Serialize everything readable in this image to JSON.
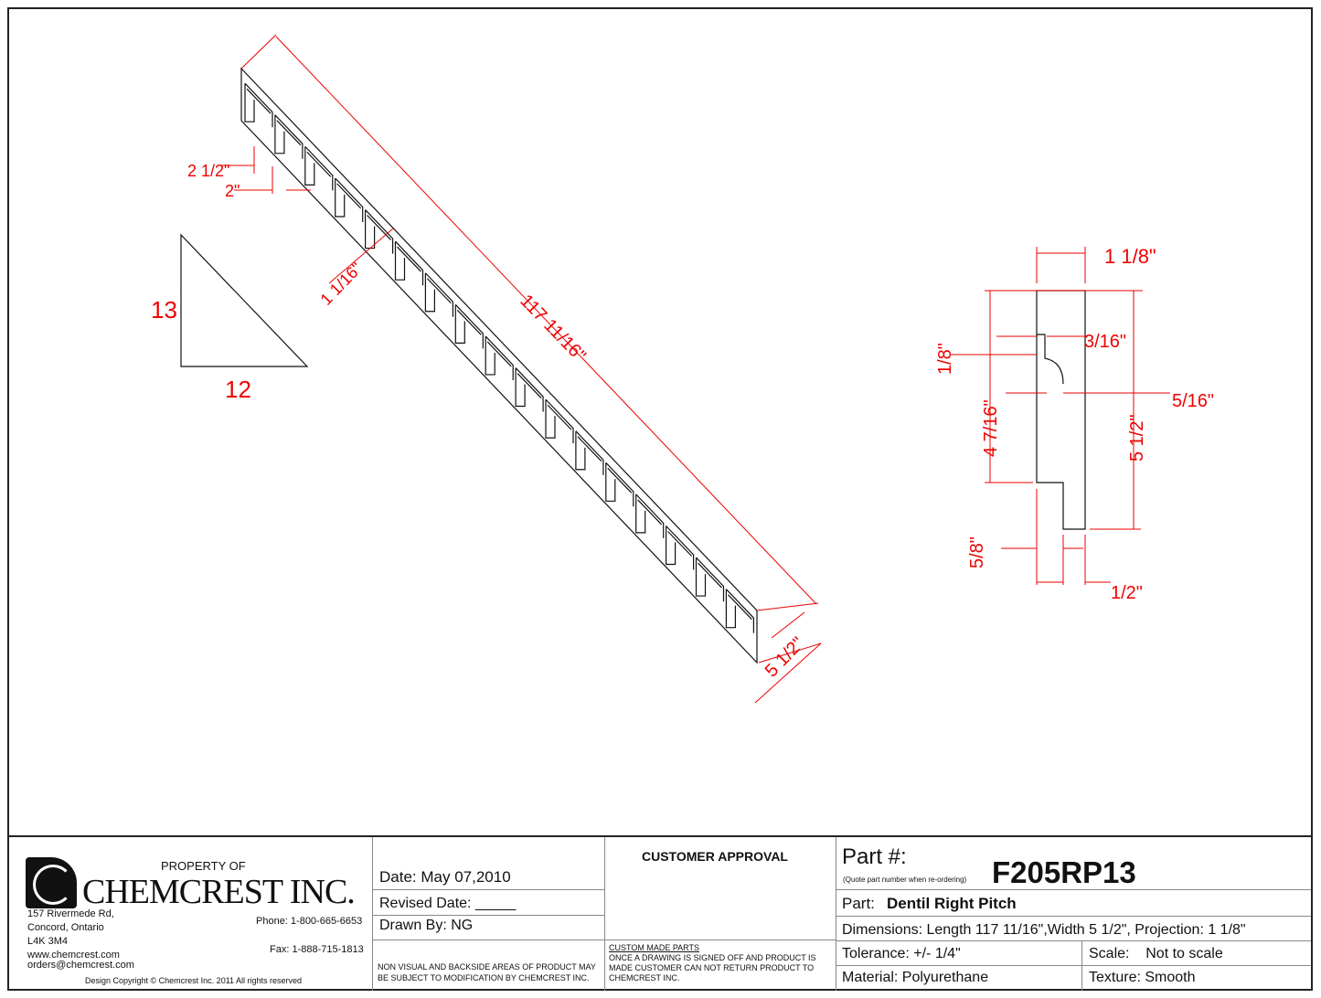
{
  "drawing": {
    "pitch": {
      "rise": "13",
      "run": "12"
    },
    "dimensions": {
      "length": "117 11/16\"",
      "width": "5 1/2\"",
      "dentil_width": "2 1/2\"",
      "dentil_gap": "2\"",
      "dentil_depth": "1 1/16\"",
      "projection": "1 1/8\"",
      "three_sixteenths": "3/16\"",
      "one_eighth": "1/8\"",
      "five_sixteenths": "5/16\"",
      "height_lower": "4 7/16\"",
      "height_total": "5 1/2\"",
      "five_eighths": "5/8\"",
      "half": "1/2\""
    }
  },
  "titleblock": {
    "property_of": "PROPERTY OF",
    "company": "CHEMCREST INC.",
    "address": [
      "157 Rivermede Rd,",
      "Concord, Ontario",
      "L4K 3M4"
    ],
    "web": "www.chemcrest.com",
    "email": "orders@chemcrest.com",
    "phone": "Phone:  1-800-665-6653",
    "fax": "Fax:  1-888-715-1813",
    "copyright": "Design Copyright © Chemcrest Inc. 2011 All rights reserved",
    "date": "Date:   May 07,2010",
    "revised": "Revised Date: _____",
    "drawn_by": "Drawn By:  NG",
    "notice": [
      "NON VISUAL AND BACKSIDE AREAS OF PRODUCT MAY",
      "BE SUBJECT TO MODIFICATION BY CHEMCREST INC."
    ],
    "customer_approval": "CUSTOMER APPROVAL",
    "custom_parts_title": "CUSTOM MADE PARTS",
    "custom_parts_text": [
      "ONCE A DRAWING IS SIGNED OFF AND PRODUCT IS",
      "MADE CUSTOMER CAN NOT RETURN PRODUCT TO",
      "CHEMCREST INC."
    ],
    "part_num_label": "Part #:",
    "part_num_note": "(Quote part number when re-ordering)",
    "part_num": "F205RP13",
    "part_label": "Part:",
    "part_name": "Dentil Right Pitch",
    "dimensions": "Dimensions:  Length 117 11/16\",Width 5 1/2\", Projection: 1 1/8\"",
    "tolerance": "Tolerance: +/- 1/4\"",
    "scale": "Scale:    Not to scale",
    "material": "Material: Polyurethane",
    "texture": "Texture: Smooth"
  }
}
